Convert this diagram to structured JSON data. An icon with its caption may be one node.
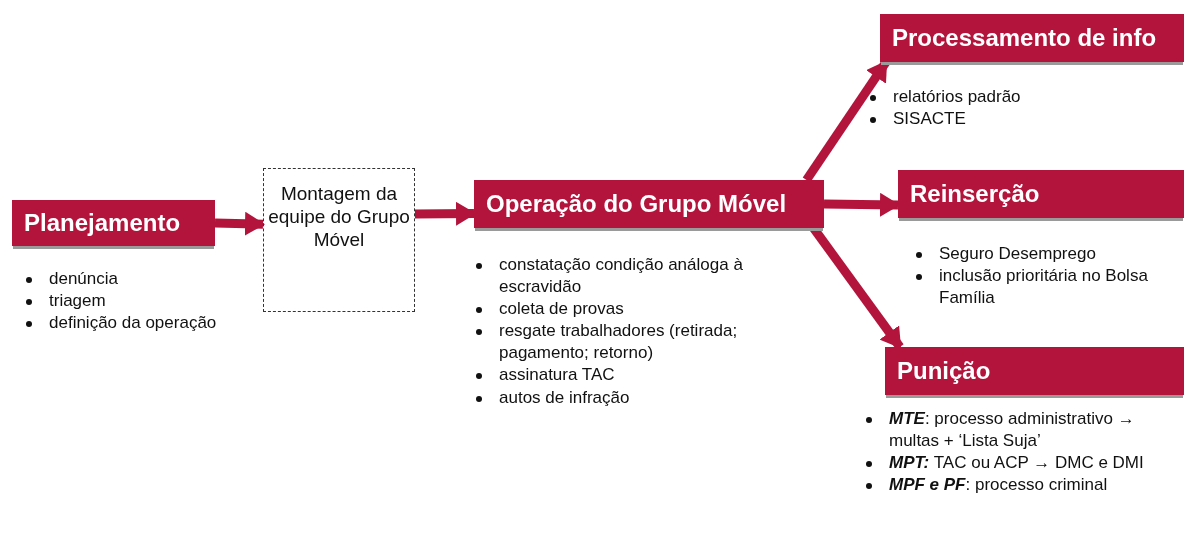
{
  "diagram": {
    "nodes": [
      {
        "text": [
          "Planejamento"
        ],
        "beside": [
          "denúncia",
          "triagem",
          "definição da operação"
        ]
      },
      {
        "text": [
          "Montagem da equipe do Grupo Móvel"
        ]
      },
      {
        "text": [
          "Operação do Grupo Móvel"
        ],
        "beside": [
          "constatação condição análoga à escravidão",
          "coleta de provas",
          "resgate trabalhadores (retirada; pagamento; retorno)",
          "assinatura TAC",
          "autos de infração"
        ]
      },
      {
        "text": [
          "Processamento de info"
        ],
        "beside": [
          "relatórios padrão",
          "SISACTE"
        ]
      },
      {
        "text": [
          "Reinserção"
        ],
        "beside": [
          "Seguro Desemprego",
          "inclusão prioritária no Bolsa Família"
        ]
      },
      {
        "text": [
          "Punição"
        ],
        "beside": [
          "**MTE**: processo administrativo → multas + ‘Lista Suja’",
          "**MPT:** TAC ou ACP → DMC e DMI",
          "**MPF e PF**: processo criminal"
        ]
      }
    ],
    "edges": [
      {
        "from": 0,
        "to": 1,
        "arrow": "to"
      },
      {
        "from": 1,
        "to": 2,
        "arrow": "to"
      },
      {
        "from": 2,
        "to": 3,
        "arrow": "to"
      },
      {
        "from": 2,
        "to": 4,
        "arrow": "to"
      },
      {
        "from": 2,
        "to": 5,
        "arrow": "to"
      }
    ]
  }
}
